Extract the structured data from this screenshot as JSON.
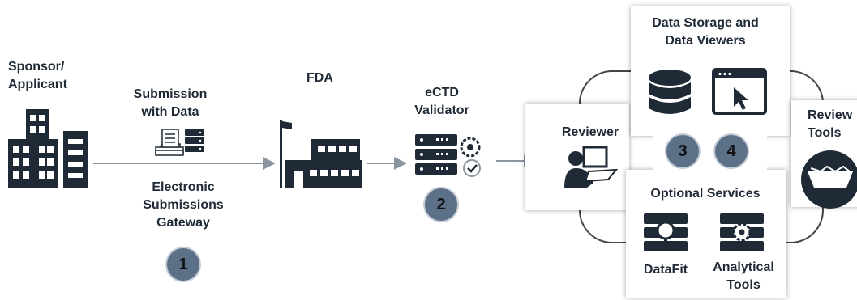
{
  "sponsor": {
    "label": "Sponsor/\nApplicant"
  },
  "submission": {
    "label": "Submission\nwith Data"
  },
  "gateway": {
    "label": "Electronic\nSubmissions\nGateway",
    "badge": "1"
  },
  "fda": {
    "label": "FDA"
  },
  "validator": {
    "label": "eCTD\nValidator",
    "badge": "2"
  },
  "reviewer": {
    "label": "Reviewer"
  },
  "storage": {
    "label": "Data Storage and\nData Viewers",
    "badge_db": "3",
    "badge_viewer": "4"
  },
  "review_tools": {
    "label": "Review\nTools"
  },
  "optional": {
    "label": "Optional Services",
    "datafit": "DataFit",
    "analytical": "Analytical\nTools"
  },
  "colors": {
    "icon": "#1f2a36",
    "badge": "#5c7088",
    "arrow": "#8a95a0",
    "loop": "#444444"
  }
}
